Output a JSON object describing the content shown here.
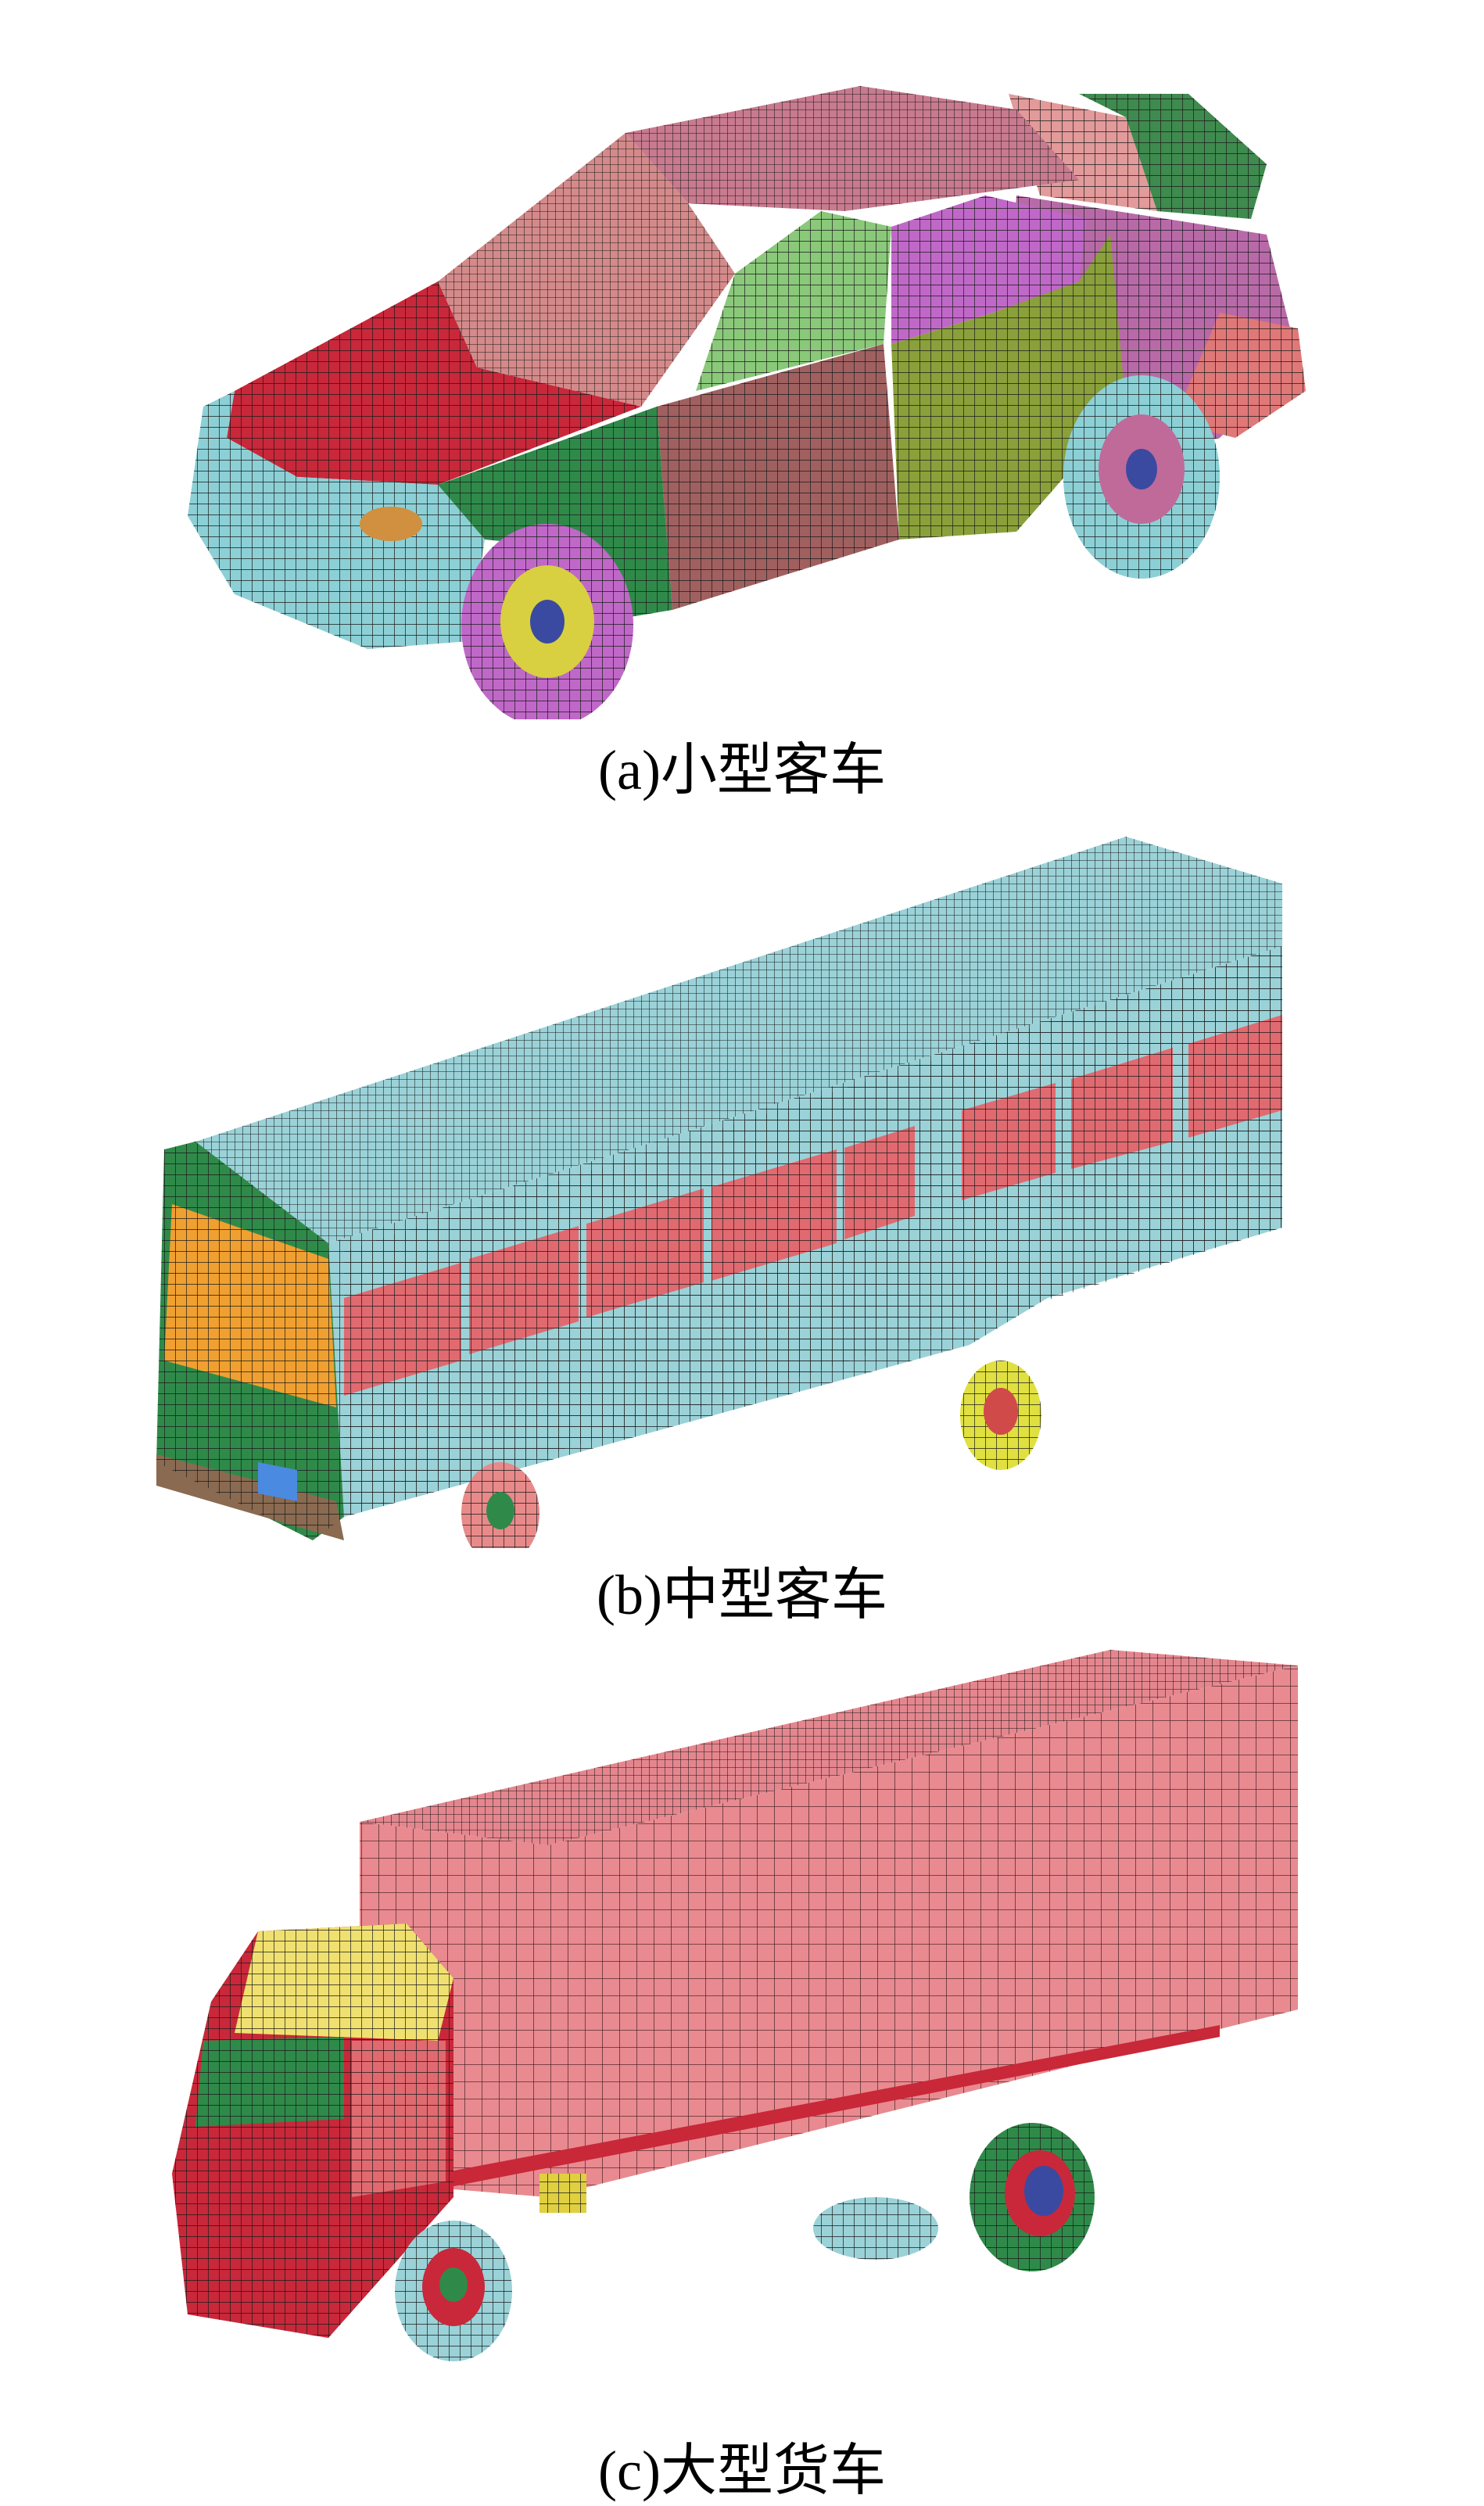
{
  "figures": [
    {
      "caption": "(a)小型客车"
    },
    {
      "caption": "(b)中型客车"
    },
    {
      "caption": "(c)大型货车"
    }
  ]
}
